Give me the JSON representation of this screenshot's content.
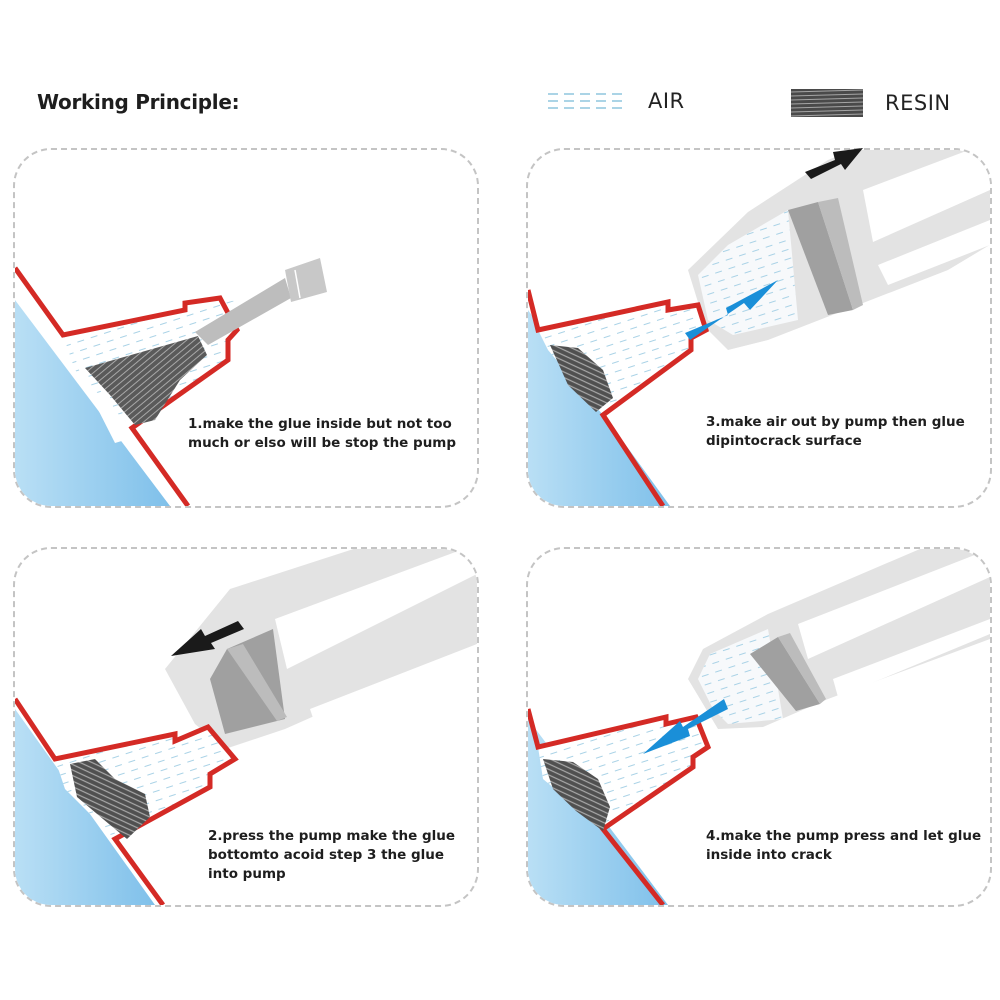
{
  "header": {
    "title": "Working Principle:"
  },
  "legend": [
    {
      "label": "AIR",
      "pattern": "dashed-lines",
      "color": "#8fc6dd"
    },
    {
      "label": "RESIN",
      "pattern": "dark-hatched",
      "color": "#4a4a4a"
    }
  ],
  "colors": {
    "frame_red": "#d42a25",
    "glass_blue": "#9fd0ef",
    "pump_gray": "#e6e6e6",
    "plunger_gray": "#9d9d9d",
    "arrow_blue": "#1a8fd8",
    "arrow_black": "#1a1a1a",
    "panel_border": "#c4c4c4"
  },
  "steps": [
    {
      "number": 1,
      "caption": "1.make the glue inside but not too\nmuch or elso will be stop the pump",
      "arrow": "none"
    },
    {
      "number": 2,
      "caption": "2.press the pump make the glue\nbottomto acoid step 3 the glue\ninto pump",
      "arrow": "black-down-left"
    },
    {
      "number": 3,
      "caption": "3.make air out by pump then glue\ndipintocrack surface",
      "arrow": "blue-up-right"
    },
    {
      "number": 4,
      "caption": "4.make the pump press and let glue\ninside into crack",
      "arrow": "blue-down-left"
    }
  ]
}
